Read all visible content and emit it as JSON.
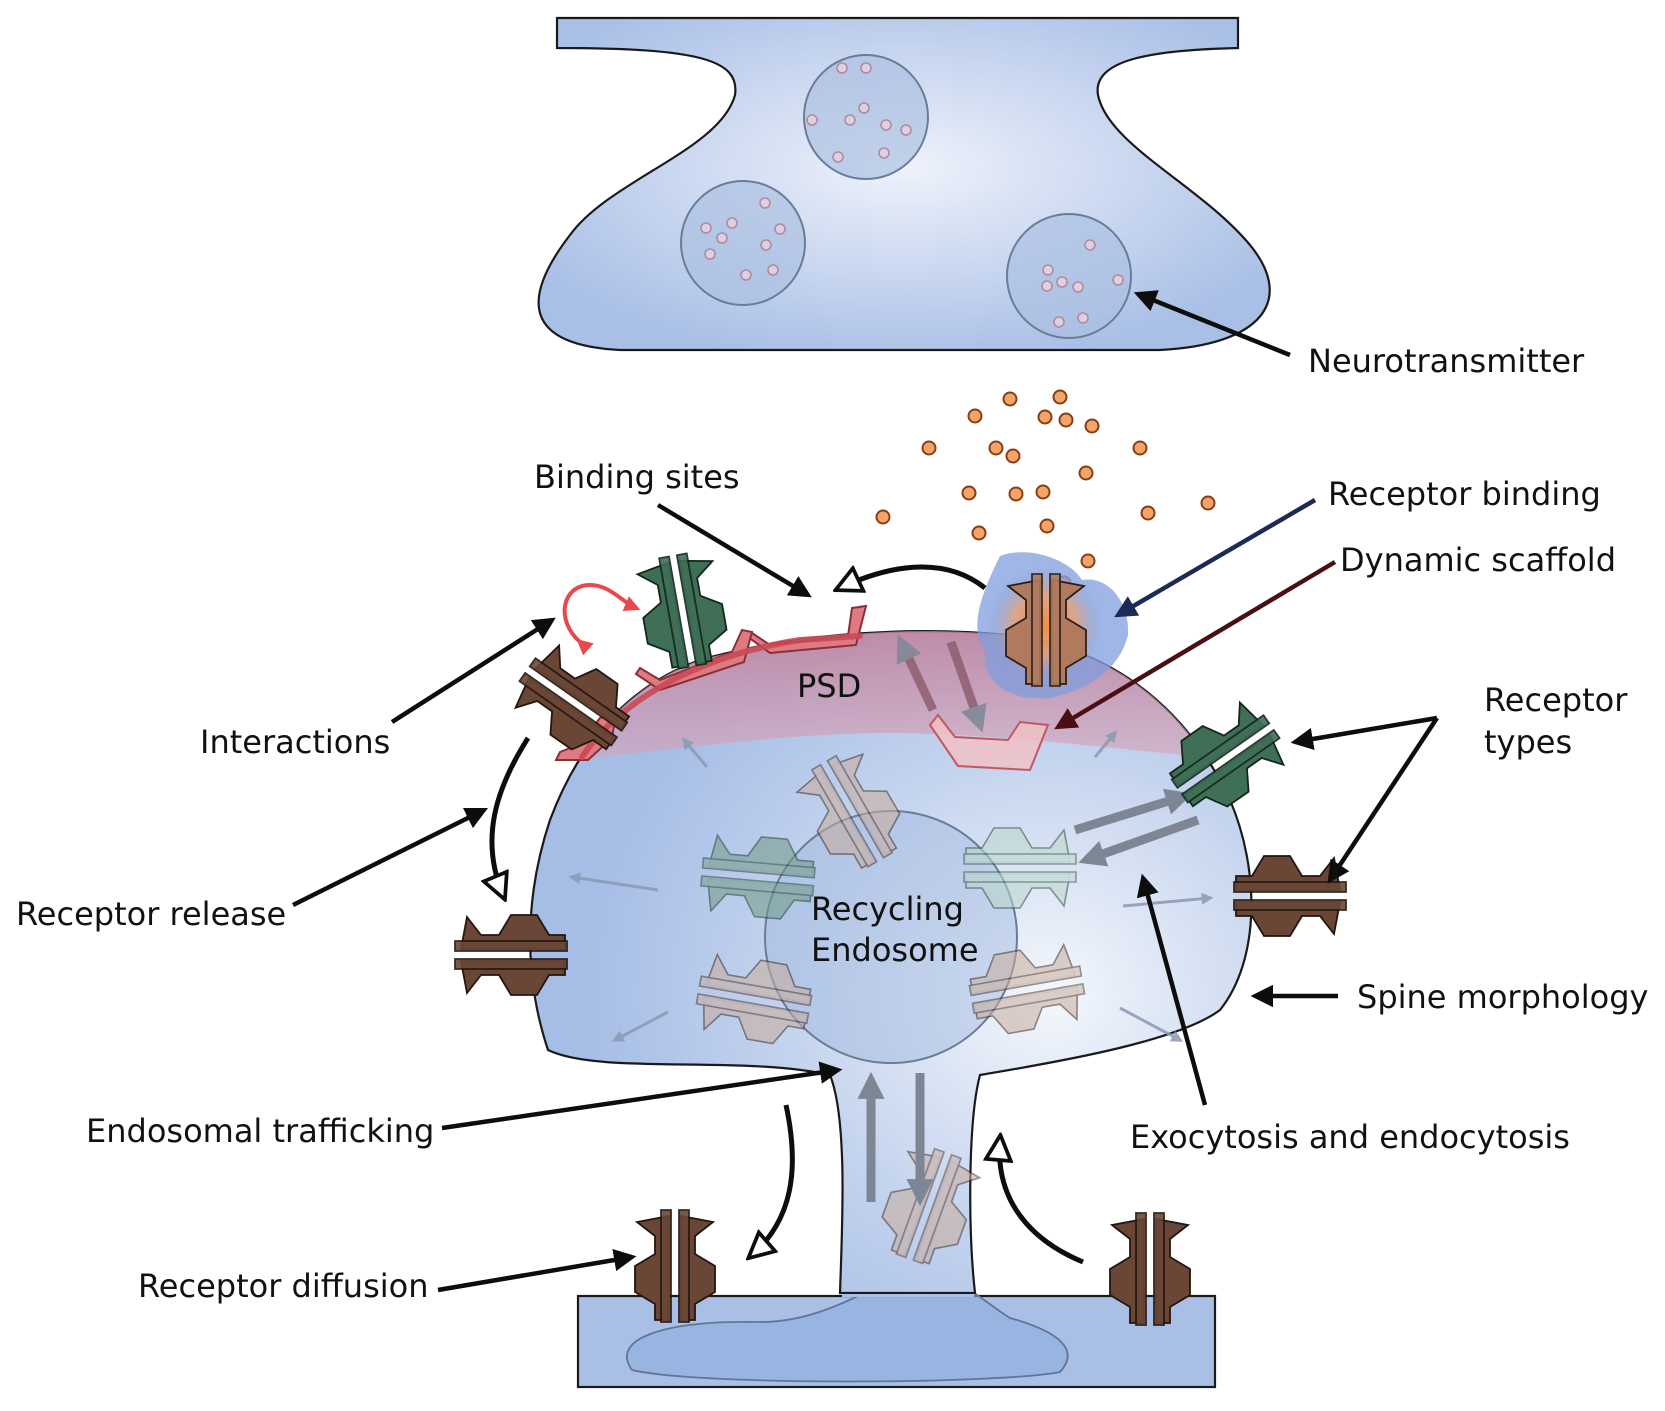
{
  "labels": {
    "neurotransmitter": "Neurotransmitter",
    "binding_sites": "Binding sites",
    "receptor_binding": "Receptor binding",
    "dynamic_scaffold": "Dynamic scaffold",
    "interactions": "Interactions",
    "psd": "PSD",
    "receptor_types_line1": "Receptor",
    "receptor_types_line2": "types",
    "receptor_release": "Receptor release",
    "recycling_line1": "Recycling",
    "recycling_line2": "Endosome",
    "spine_morphology": "Spine morphology",
    "endosomal_trafficking": "Endosomal trafficking",
    "exocytosis_endocytosis": "Exocytosis and endocytosis",
    "receptor_diffusion": "Receptor diffusion"
  },
  "colors": {
    "cell": "#a9bfe6",
    "cell_light": "#eef2fb",
    "psd": "#c98aa3",
    "scaffold": "#e07a82",
    "receptor_brown": "#5a3b2c",
    "receptor_tan": "#c9ab9b",
    "receptor_green": "#2f5a47",
    "receptor_mint": "#9fc6b3",
    "neurotransmitter": "#f2a56b",
    "binding_glow": "#7f9ede",
    "interaction_arrow": "#e8494e"
  }
}
